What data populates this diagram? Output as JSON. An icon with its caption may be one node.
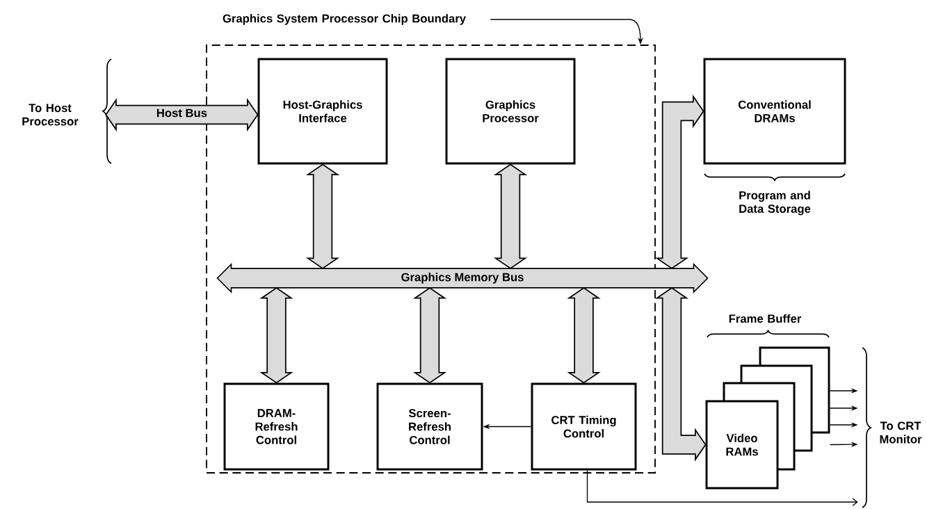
{
  "diagram": {
    "nodes": [
      {
        "text": [
          "Graphics System Processor Chip Boundary"
        ]
      },
      {
        "text": [],
        "shape": "box"
      },
      {
        "text": [
          "To Host Processor"
        ]
      },
      {
        "text": [
          "Host-Graphics Interface"
        ],
        "in": 1
      },
      {
        "text": [
          "Graphics Processor"
        ],
        "in": 1
      },
      {
        "text": [
          "Conventional DRAMs"
        ],
        "beside": [
          "Program and Data Storage"
        ]
      },
      {
        "text": [
          "Graphics Memory Bus"
        ]
      },
      {
        "text": [
          "DRAM-Refresh Control"
        ],
        "in": 1
      },
      {
        "text": [
          "Screen-Refresh Control"
        ],
        "in": 1
      },
      {
        "text": [
          "CRT Timing Control"
        ],
        "in": 1
      },
      {
        "text": [
          "Video RAMs"
        ],
        "beside": [
          "Frame Buffer"
        ]
      },
      {
        "text": [
          "To CRT Monitor"
        ]
      }
    ],
    "edges": [
      {
        "from": 0,
        "to": 1,
        "arrow": "to",
        "color": "#000000"
      },
      {
        "from": 2,
        "to": 3,
        "arrow": "both",
        "label": "Host Bus"
      },
      {
        "from": 3,
        "to": 6,
        "arrow": "both"
      },
      {
        "from": 4,
        "to": 6,
        "arrow": "both"
      },
      {
        "from": 6,
        "to": 5,
        "arrow": "both"
      },
      {
        "from": 6,
        "to": 7,
        "arrow": "both"
      },
      {
        "from": 6,
        "to": 8,
        "arrow": "both"
      },
      {
        "from": 6,
        "to": 9,
        "arrow": "both"
      },
      {
        "from": 6,
        "to": 10,
        "arrow": "both"
      },
      {
        "from": 9,
        "to": 8,
        "arrow": "to",
        "color": "#000000"
      },
      {
        "from": 9,
        "to": 11,
        "arrow": "to",
        "color": "#000000"
      },
      {
        "from": 10,
        "to": 11,
        "arrow": "to",
        "color": "#000000"
      },
      {
        "from": 10,
        "to": 11,
        "arrow": "to",
        "color": "#000000"
      },
      {
        "from": 10,
        "to": 11,
        "arrow": "to",
        "color": "#000000"
      },
      {
        "from": 10,
        "to": 11,
        "arrow": "to",
        "color": "#000000"
      }
    ]
  }
}
